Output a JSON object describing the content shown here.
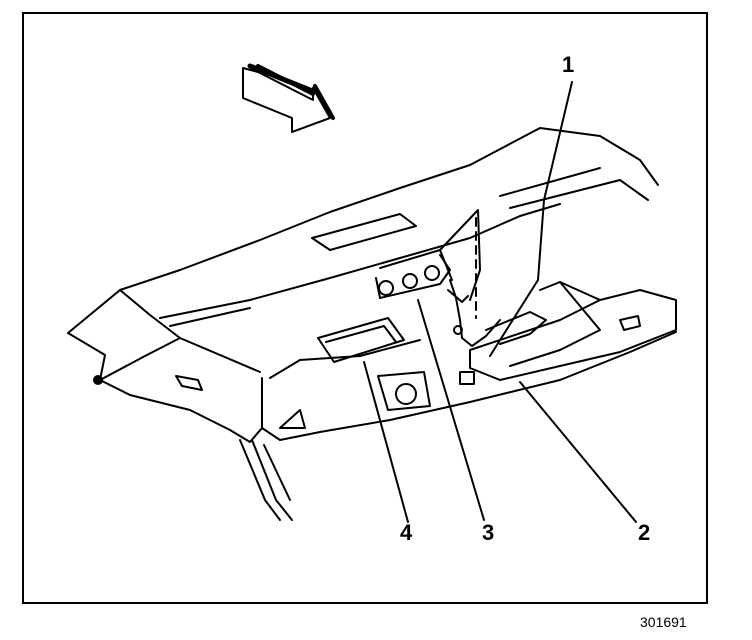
{
  "diagram": {
    "callouts": [
      {
        "id": "1",
        "label": "1"
      },
      {
        "id": "2",
        "label": "2"
      },
      {
        "id": "3",
        "label": "3"
      },
      {
        "id": "4",
        "label": "4"
      }
    ],
    "figure_number": "301691"
  },
  "colors": {
    "line": "#000000",
    "background": "#ffffff"
  }
}
